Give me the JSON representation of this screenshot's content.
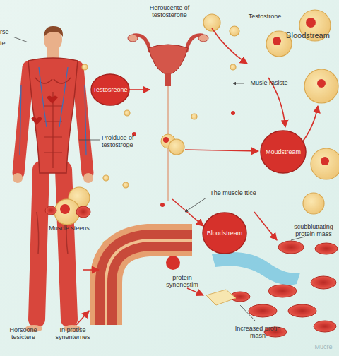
{
  "diagram": {
    "nodes": [
      {
        "text": [
          "Testosreone"
        ]
      },
      {
        "text": [
          "Moudstream"
        ]
      },
      {
        "text": [
          "Bloodstream"
        ]
      }
    ],
    "labels": [
      "rse",
      "Heroucente of testosterone",
      "Testostrone",
      "Bloodstream",
      "te",
      "Musle rasiste",
      "Proiduce of testostroge",
      "The muscle ttice",
      "Muscle steens",
      "scubbluttating protein mass",
      "protein synenestim",
      "Horsoone tesictere",
      "In protise synenternes",
      "Increased protin masn",
      "Mucre"
    ]
  }
}
